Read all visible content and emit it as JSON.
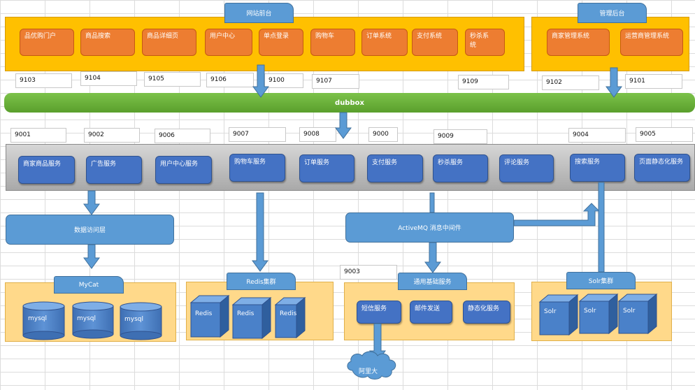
{
  "frontend": {
    "title": "网站前台",
    "items": [
      "品优购门户",
      "商品搜索",
      "商品详细页",
      "用户中心",
      "单点登录",
      "购物车",
      "订单系统",
      "支付系统",
      "秒杀系统"
    ],
    "ports": [
      "9103",
      "9104",
      "9105",
      "9106",
      "9100",
      "9107",
      "9109"
    ]
  },
  "backend": {
    "title": "管理后台",
    "items": [
      "商家管理系统",
      "运营商管理系统"
    ],
    "ports": [
      "9102",
      "9101"
    ]
  },
  "dubbox": {
    "label": "dubbox"
  },
  "services": {
    "items": [
      "商家商品服务",
      "广告服务",
      "用户中心服务",
      "购物车服务",
      "订单服务",
      "支付服务",
      "秒杀服务",
      "评论服务",
      "搜索服务",
      "页面静态化服务"
    ],
    "ports": [
      "9001",
      "9002",
      "9006",
      "9007",
      "9008",
      "9000",
      "9009",
      "9004",
      "9005"
    ]
  },
  "data_access": {
    "label": "数据访问层"
  },
  "activemq": {
    "label": "ActiveMQ 消息中间件"
  },
  "mycat": {
    "title": "MyCat",
    "db_label": "mysql"
  },
  "redis": {
    "title": "Redis集群",
    "node_label": "Redis"
  },
  "common": {
    "title": "通用基础服务",
    "port": "9003",
    "items": [
      "短信服务",
      "邮件发送",
      "静态化服务"
    ]
  },
  "solr": {
    "title": "Solr集群",
    "node_label": "Solr"
  },
  "aliyun": {
    "label": "阿里大"
  },
  "colors": {
    "yellow": "#ffc000",
    "orange": "#ed7d31",
    "blue": "#4472c4",
    "light_blue": "#5b9bd5",
    "green": "#70ad47",
    "pale_yellow": "#ffd98a"
  }
}
